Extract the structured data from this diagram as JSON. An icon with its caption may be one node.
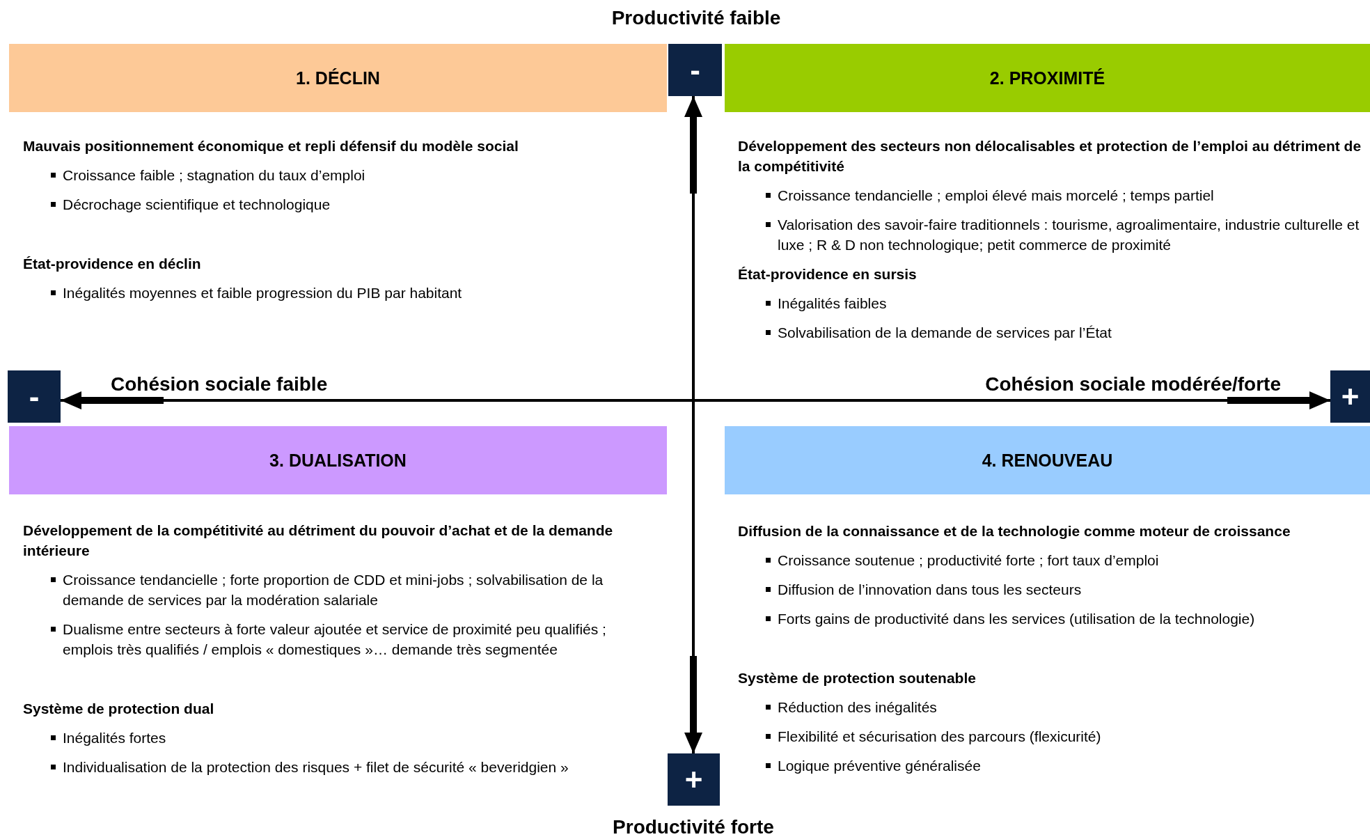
{
  "diagram": {
    "nodes": [
      {
        "text": [
          "-"
        ]
      },
      {
        "text": [
          "1. DÉCLIN"
        ],
        "beside": [
          "Mauvais positionnement économique et repli défensif du modèle social",
          "Croissance faible ; stagnation du taux d’emploi",
          "Décrochage scientifique et technologique",
          "État-providence en déclin",
          "Inégalités moyennes et faible progression du PIB par habitant"
        ]
      },
      {
        "text": [
          "2. PROXIMITÉ"
        ],
        "beside": [
          "Développement des secteurs non délocalisables et protection de l’emploi au détriment de la compétitivité",
          "Croissance tendancielle ; emploi élevé mais morcelé ; temps partiel",
          "Valorisation des savoir-faire traditionnels : tourisme, agroalimentaire, industrie culturelle et luxe ; R & D non technologique; petit commerce de proximité",
          "État-providence en sursis",
          "Inégalités faibles",
          "Solvabilisation de la demande de services par l’État"
        ]
      },
      {
        "text": [
          "-"
        ]
      },
      {
        "text": [
          "+"
        ]
      },
      {
        "text": [
          "3. DUALISATION"
        ],
        "beside": [
          "Développement de la compétitivité au détriment du pouvoir d’achat et de la demande intérieure",
          "Croissance tendancielle ; forte proportion de CDD et mini-jobs ; solvabilisation de la demande de services par la modération salariale",
          "Dualisme entre secteurs à forte valeur ajoutée et service de proximité peu qualifiés ; emplois très qualifiés / emplois « domestiques »… demande très segmentée",
          "Système de protection dual",
          "Inégalités fortes",
          "Individualisation de la protection des risques + filet de sécurité « beveridgien »"
        ]
      },
      {
        "text": [
          "4. RENOUVEAU"
        ],
        "beside": [
          "Diffusion de la connaissance et de la technologie comme moteur de croissance",
          "Croissance soutenue ; productivité forte ; fort taux d’emploi",
          "Diffusion de l’innovation dans tous les secteurs",
          "Forts gains de productivité dans les services (utilisation de la technologie)",
          "Système de protection soutenable",
          "Réduction des inégalités",
          "Flexibilité et sécurisation des parcours (flexicurité)",
          "Logique préventive généralisée"
        ]
      },
      {
        "text": [
          "+"
        ]
      }
    ],
    "edges": [
      {
        "from": 0,
        "to": 7,
        "arrow": "both"
      },
      {
        "from": 3,
        "to": 4,
        "arrow": "both"
      }
    ],
    "labels": [
      "Productivité faible",
      "Cohésion sociale faible",
      "Cohésion sociale modérée/forte",
      "Productivité forte"
    ]
  }
}
